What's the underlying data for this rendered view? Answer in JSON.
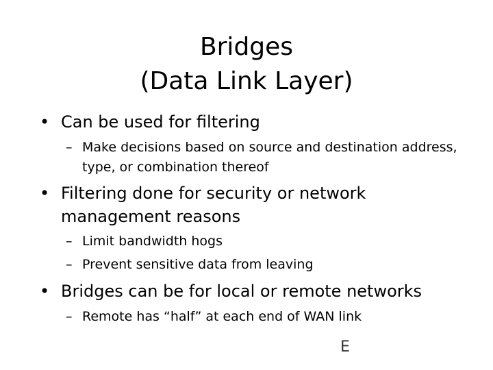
{
  "slide": {
    "title_lines": [
      "Bridges",
      "(Data Link Layer)"
    ],
    "bullets": [
      {
        "marker": "•",
        "text": "Can be used for filtering",
        "subs": [
          {
            "marker": "–",
            "text": "Make decisions based on source and destination address, type, or combination thereof"
          }
        ]
      },
      {
        "marker": "•",
        "text": "Filtering done for security or network management reasons",
        "subs": [
          {
            "marker": "–",
            "text": "Limit bandwidth hogs"
          },
          {
            "marker": "–",
            "text": "Prevent sensitive data from leaving"
          }
        ]
      },
      {
        "marker": "•",
        "text": "Bridges can be for local or remote networks",
        "subs": [
          {
            "marker": "–",
            "text": "Remote has “half” at each end of WAN link"
          }
        ]
      }
    ],
    "corner_mark": "E"
  }
}
